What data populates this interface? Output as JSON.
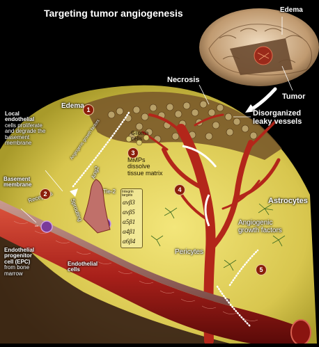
{
  "title": "Targeting tumor angiogenesis",
  "labels": {
    "edema_top": "Edema",
    "tumor": "Tumor",
    "necrosis": "Necrosis",
    "edema_mid": "Edema",
    "disorganized": [
      "Disorganized",
      "leaky vessels"
    ],
    "local_endothelial": [
      "Local",
      "endothelial",
      "cells proliferate",
      "and degrade the",
      "basement",
      "membrane"
    ],
    "basement_membrane": [
      "Basement",
      "membrane"
    ],
    "receptors": "Receptors",
    "sprouting": "Sprouting",
    "ang2": "Ang2",
    "tie2": "Tie-2",
    "glioma": [
      "Glioma",
      "cells"
    ],
    "mmps": [
      "MMPs",
      "dissolve",
      "tissue matrix"
    ],
    "angiogenic_arrow": "Angiogenic growth factors",
    "astrocytes": "Astrocytes",
    "angiogenic_growth": [
      "Angiogenic",
      "growth factors"
    ],
    "pericytes": "Pericytes",
    "epc": [
      "Endothelial",
      "progenitor",
      "cell (EPC)",
      "from bone",
      "marrow"
    ],
    "endothelial_cells": [
      "Endothelial",
      "cells"
    ]
  },
  "integrin": {
    "title": [
      "Integrin",
      "targets"
    ],
    "items": [
      "αvβ3",
      "αvβ5",
      "α5β1",
      "α4β1",
      "α6β4"
    ]
  },
  "steps": [
    "1",
    "2",
    "3",
    "4",
    "5"
  ],
  "colors": {
    "background": "#000000",
    "tissue": "#e0d25a",
    "vessel": "#b3261a",
    "brain": "#c9a57a"
  }
}
